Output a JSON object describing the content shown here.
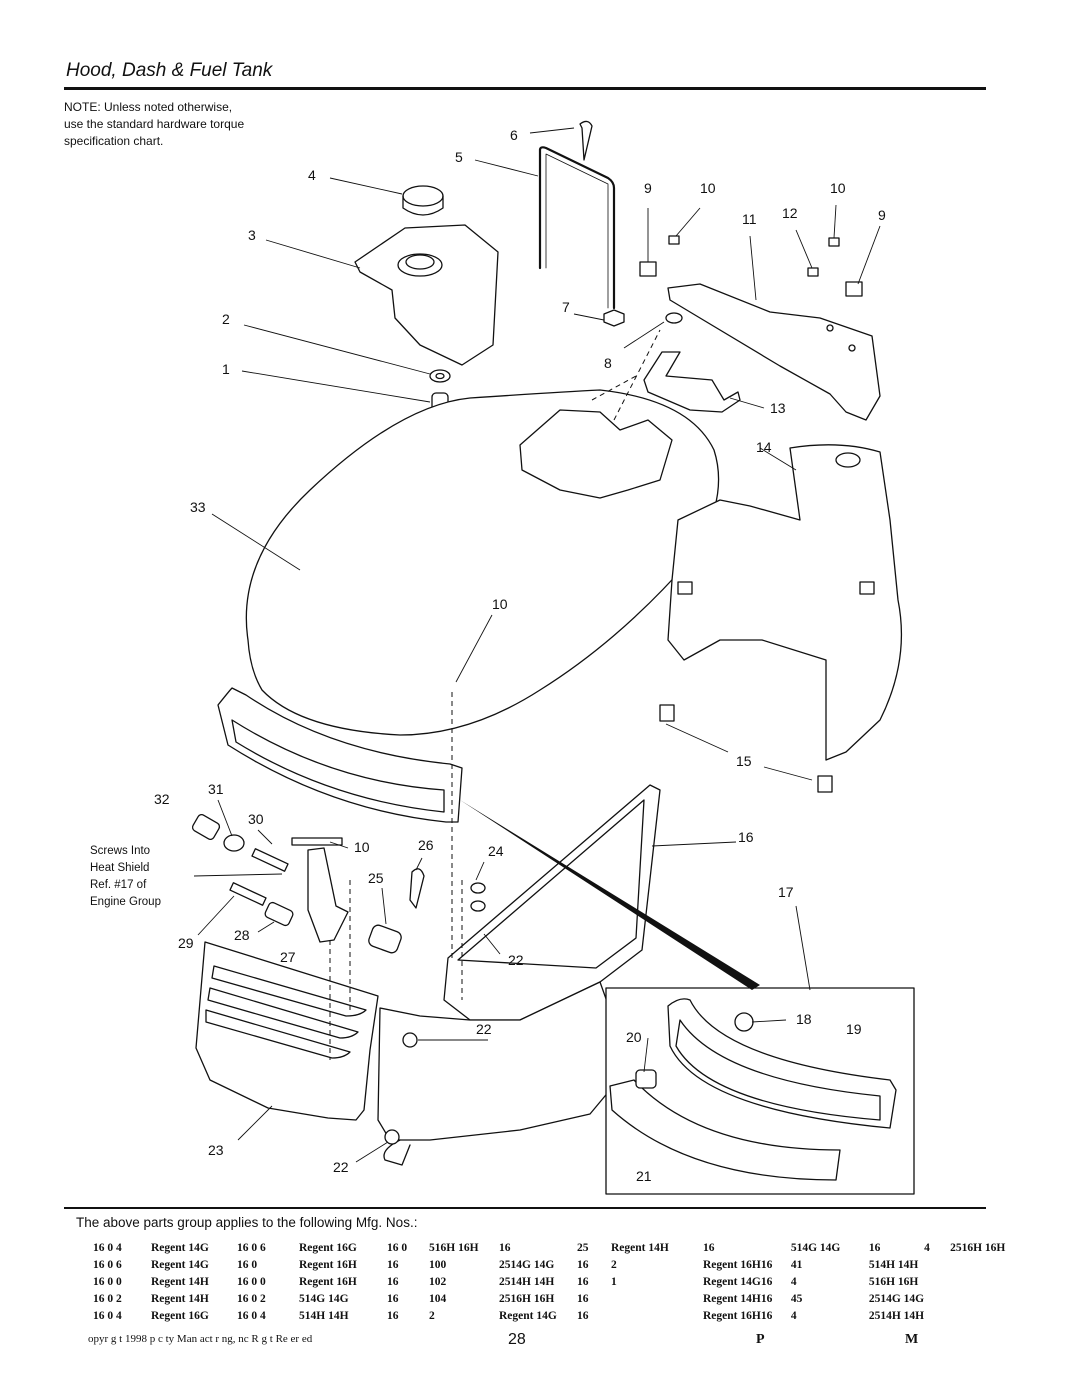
{
  "page": {
    "title": "Hood, Dash & Fuel Tank",
    "note_lines": [
      "NOTE: Unless noted otherwise,",
      "use the standard hardware torque",
      "specification chart."
    ],
    "applies_text": "The above parts group applies to the following Mfg. Nos.:",
    "page_number": "28",
    "copyright": "opyr g t 1998     p c ty Man  act r ng,  nc      R g t  Re er ed",
    "brand_left": "P",
    "brand_right": "M"
  },
  "callouts": {
    "c1": "1",
    "c2": "2",
    "c3": "3",
    "c4": "4",
    "c5": "5",
    "c6": "6",
    "c7": "7",
    "c8": "8",
    "c9a": "9",
    "c9b": "9",
    "c10a": "10",
    "c10b": "10",
    "c10c": "10",
    "c10d": "10",
    "c11": "11",
    "c12": "12",
    "c13": "13",
    "c14": "14",
    "c15": "15",
    "c16": "16",
    "c17": "17",
    "c18": "18",
    "c19": "19",
    "c20": "20",
    "c21": "21",
    "c22a": "22",
    "c22b": "22",
    "c22c": "22",
    "c23": "23",
    "c24": "24",
    "c25": "25",
    "c26": "26",
    "c27": "27",
    "c28": "28",
    "c29": "29",
    "c30": "30",
    "c31": "31",
    "c32": "32",
    "c33": "33"
  },
  "screws_note": [
    "Screws Into",
    "Heat Shield",
    "Ref. #17 of",
    "Engine Group"
  ],
  "mfg_rows": [
    [
      "16  0  4",
      "Regent 14G",
      "16  0  6",
      "Regent 16G",
      "16  0",
      "516H  16H",
      "16",
      "25",
      "Regent 14H",
      "16",
      "",
      "514G  14G",
      "16",
      "4",
      "2516H  16H"
    ],
    [
      "16  0  6",
      "Regent 14G",
      "16  0",
      "Regent 16H",
      "16",
      "100",
      "2514G  14G",
      "16",
      "2",
      "Regent 16H",
      "16",
      "41",
      "514H  14H",
      "",
      ""
    ],
    [
      "16  0  0",
      "Regent 14H",
      "16  0  0",
      "Regent 16H",
      "16",
      "102",
      "2514H  14H",
      "16",
      "1",
      "Regent 14G",
      "16",
      "4",
      "516H  16H",
      "",
      ""
    ],
    [
      "16  0  2",
      "Regent 14H",
      "16  0  2",
      "514G  14G",
      "16",
      "104",
      "2516H  16H",
      "16",
      "",
      "Regent 14H",
      "16",
      "45",
      "2514G  14G",
      "",
      ""
    ],
    [
      "16  0  4",
      "Regent 16G",
      "16  0  4",
      "514H  14H",
      "16",
      "2",
      "Regent 14G",
      "16",
      "",
      "Regent 16H",
      "16",
      "4",
      "2514H  14H",
      "",
      ""
    ]
  ]
}
